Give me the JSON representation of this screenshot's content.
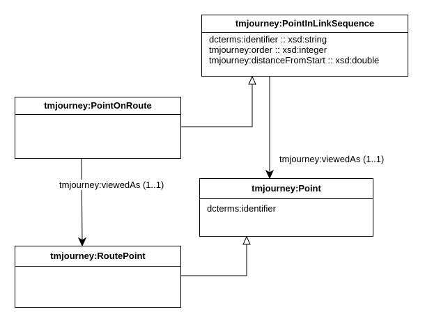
{
  "classes": {
    "point_in_link_sequence": {
      "name": "tmjourney:PointInLinkSequence",
      "attributes": [
        "dcterms:identifier :: xsd:string",
        "tmjourney:order :: xsd:integer",
        "tmjourney:distanceFromStart :: xsd:double"
      ]
    },
    "point_on_route": {
      "name": "tmjourney:PointOnRoute",
      "attributes": []
    },
    "point": {
      "name": "tmjourney:Point",
      "attributes": [
        "dcterms:identifier"
      ]
    },
    "route_point": {
      "name": "tmjourney:RoutePoint",
      "attributes": []
    }
  },
  "relations": {
    "point_in_link_sequence_to_point": {
      "label": "tmjourney:viewedAs (1..1)"
    },
    "point_on_route_to_route_point": {
      "label": "tmjourney:viewedAs (1..1)"
    }
  },
  "colors": {
    "line": "#000000",
    "box_background": "#ffffff"
  }
}
